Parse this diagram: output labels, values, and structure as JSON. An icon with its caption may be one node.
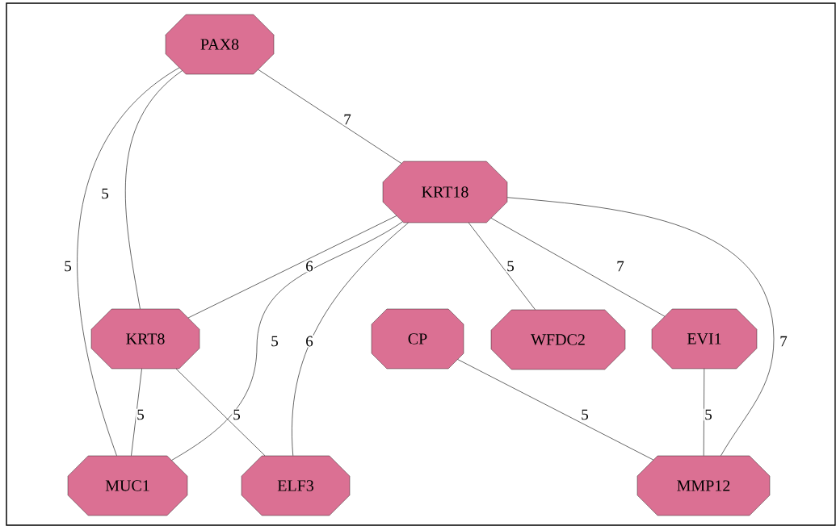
{
  "diagram": {
    "nodes": [
      {
        "text": [
          "PAX8"
        ]
      },
      {
        "text": [
          "KRT18"
        ]
      },
      {
        "text": [
          "KRT8"
        ]
      },
      {
        "text": [
          "CP"
        ]
      },
      {
        "text": [
          "WFDC2"
        ]
      },
      {
        "text": [
          "EVI1"
        ]
      },
      {
        "text": [
          "MUC1"
        ]
      },
      {
        "text": [
          "ELF3"
        ]
      },
      {
        "text": [
          "MMP12"
        ]
      }
    ],
    "edges": [
      {
        "from": 0,
        "to": 1,
        "arrow": "none",
        "label": "7"
      },
      {
        "from": 0,
        "to": 2,
        "arrow": "none",
        "label": "5"
      },
      {
        "from": 0,
        "to": 6,
        "arrow": "none",
        "label": "5"
      },
      {
        "from": 1,
        "to": 2,
        "arrow": "none",
        "label": "6"
      },
      {
        "from": 1,
        "to": 6,
        "arrow": "none",
        "label": "5"
      },
      {
        "from": 1,
        "to": 7,
        "arrow": "none",
        "label": "6"
      },
      {
        "from": 1,
        "to": 4,
        "arrow": "none",
        "label": "5"
      },
      {
        "from": 1,
        "to": 5,
        "arrow": "none",
        "label": "7"
      },
      {
        "from": 1,
        "to": 8,
        "arrow": "none",
        "label": "7"
      },
      {
        "from": 2,
        "to": 6,
        "arrow": "none",
        "label": "5"
      },
      {
        "from": 2,
        "to": 7,
        "arrow": "none",
        "label": "5"
      },
      {
        "from": 3,
        "to": 8,
        "arrow": "none",
        "label": "5"
      },
      {
        "from": 5,
        "to": 8,
        "arrow": "none",
        "label": "5"
      }
    ]
  }
}
